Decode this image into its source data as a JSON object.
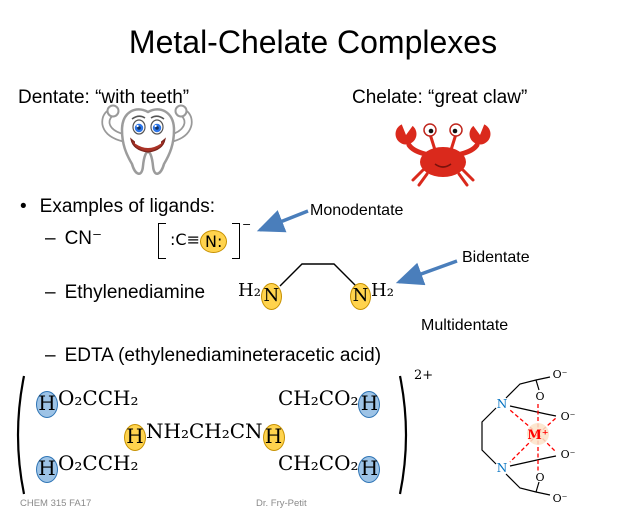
{
  "slide": {
    "title": "Metal-Chelate Complexes",
    "dentate_caption": "Dentate: “with teeth”",
    "chelate_caption": "Chelate: “great claw”",
    "examples_heading": "Examples of ligands:",
    "footer_left": "CHEM 315 FA17",
    "footer_center": "Dr. Fry-Petit"
  },
  "markers": {
    "bullet": "•",
    "dash": "–"
  },
  "ligands": {
    "cn": "CN⁻",
    "ethylenediamine": "Ethylenediamine",
    "edta": "EDTA (ethylenediamineteracetic acid)"
  },
  "annotations": {
    "monodentate": "Monodentate",
    "bidentate": "Bidentate",
    "multidentate": "Multidentate"
  },
  "cyanide_structure": {
    "prefix": ":C≡",
    "donor": "N:",
    "charge": "−"
  },
  "en_structure": {
    "left_h": "H₂",
    "left_n": "N",
    "right_n": "N",
    "right_h": "H₂"
  },
  "edta_structure": {
    "charge": "2+",
    "acidic_h": "H",
    "amine_h": "H",
    "acetate_left": "O₂CCH₂",
    "acetate_right": "CH₂CO₂",
    "backbone": "NH₂CH₂CN"
  },
  "complex_diagram": {
    "metal": "M⁺",
    "nitrogen": "N",
    "o_minus": "O⁻",
    "o": "O"
  },
  "colors": {
    "arrow_blue": "#4A7EBB",
    "highlight_gold": "#FFD34D",
    "highlight_gold_border": "#C79100",
    "highlight_blue": "#9DC3E6",
    "highlight_blue_border": "#2E74B5",
    "metal_red": "#FF0000",
    "nitrogen_blue": "#0070C0",
    "dash_red": "#FF0000",
    "crab_red": "#DA291C",
    "footer_gray": "#8A8A8A"
  }
}
